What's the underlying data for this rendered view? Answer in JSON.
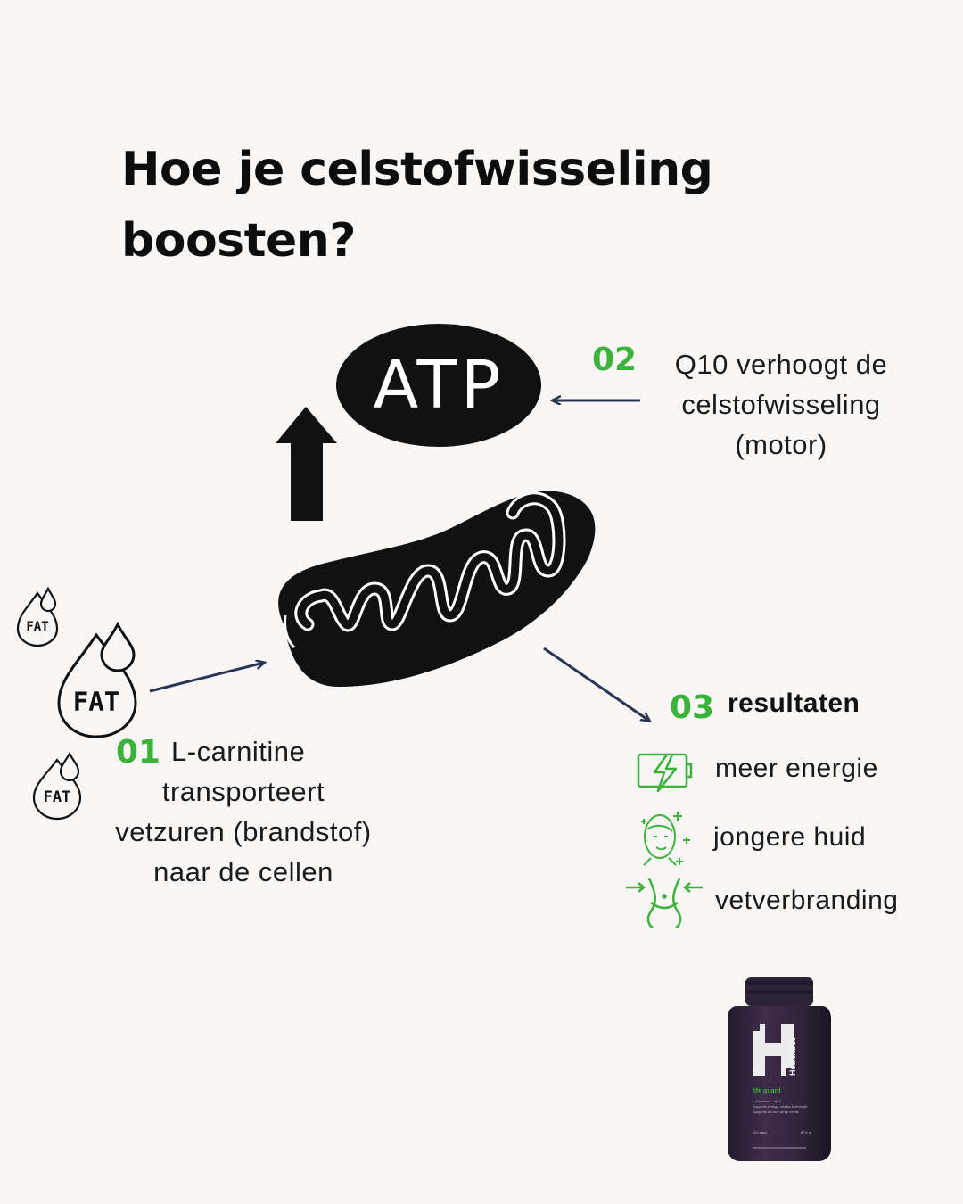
{
  "title": {
    "line1": "Hoe je celstofwisseling",
    "line2": "boosten?"
  },
  "atp": {
    "label": "ATP"
  },
  "fat_drops": {
    "label": "FAT"
  },
  "step01": {
    "number": "01",
    "line1": "L-carnitine",
    "line2": "transporteert",
    "line3": "vetzuren (brandstof)",
    "line4": "naar de cellen"
  },
  "step02": {
    "number": "02",
    "line1": "Q10 verhoogt de",
    "line2": "celstofwisseling",
    "line3": "(motor)"
  },
  "step03": {
    "number": "03",
    "heading": "resultaten",
    "items": [
      {
        "label": "meer energie",
        "icon": "battery-bolt-icon"
      },
      {
        "label": "jongere huid",
        "icon": "face-sparkle-icon"
      },
      {
        "label": "vetverbranding",
        "icon": "waist-slim-icon"
      }
    ]
  },
  "product": {
    "brand": "Healtitude",
    "name": "life guard",
    "features": [
      "L-Carnitine + Q10",
      "Supports energy, vitality & strength",
      "Supports fat and sleep needs"
    ],
    "size": "120 caps",
    "weight": "87.6 g"
  },
  "colors": {
    "accent_green": "#3bb33b",
    "arrow_navy": "#2b3553",
    "bottle_purple": "#3b2a46",
    "background": "#f8f7f6"
  }
}
